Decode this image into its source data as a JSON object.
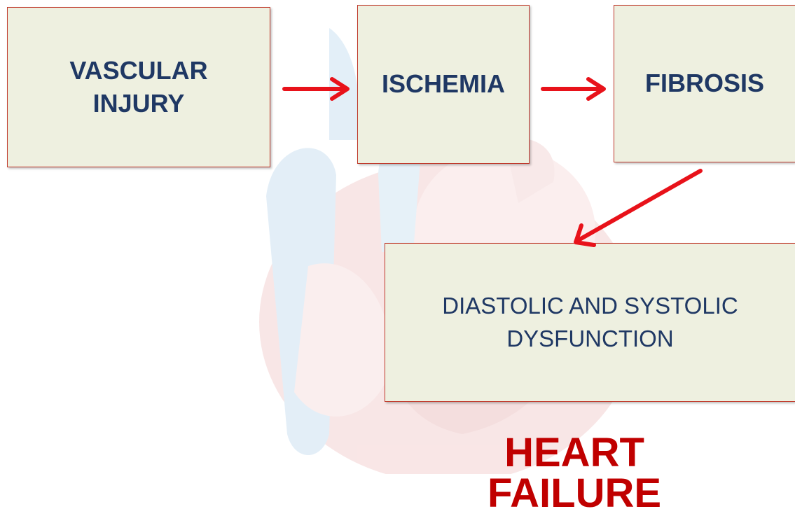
{
  "nodes": {
    "vascular_injury": "VASCULAR\nINJURY",
    "ischemia": "ISCHEMIA",
    "fibrosis": "FIBROSIS",
    "dysfunction": "DIASTOLIC AND SYSTOLIC\nDYSFUNCTION"
  },
  "outcome": "HEART FAILURE",
  "colors": {
    "box_fill": "#eef0e0",
    "box_text": "#1f3864",
    "arrow": "#e8121a",
    "outcome_text": "#c00000"
  },
  "background_icon": "heart-anatomy-icon"
}
